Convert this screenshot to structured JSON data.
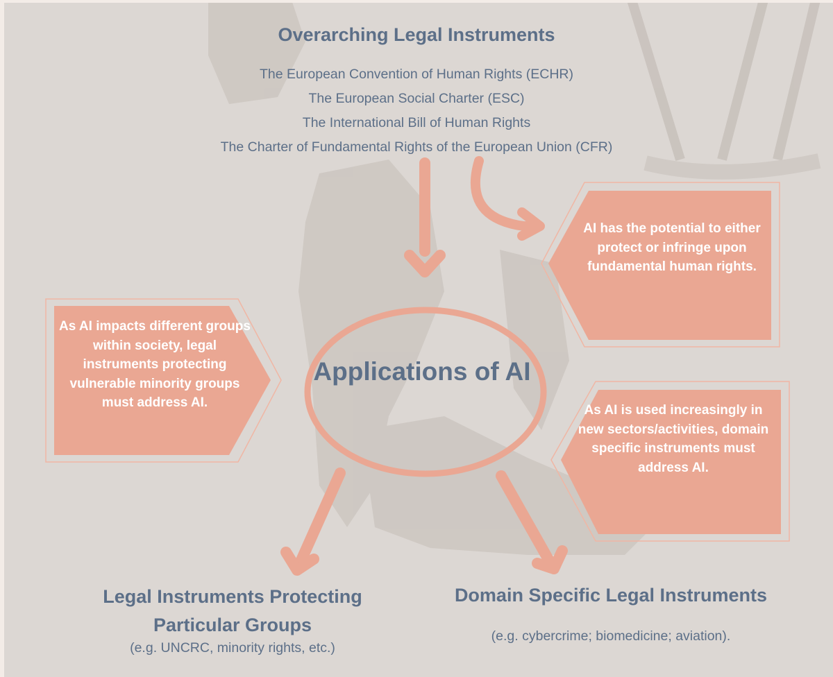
{
  "diagram": {
    "top": {
      "heading": "Overarching Legal Instruments",
      "items": [
        "The European Convention of Human Rights (ECHR)",
        "The European Social Charter (ESC)",
        "The International Bill of Human Rights",
        "The Charter of Fundamental Rights of the European Union (CFR)"
      ]
    },
    "center": {
      "label": "Applications of AI"
    },
    "callouts": {
      "left": "As AI impacts different groups within society, legal instruments protecting vulnerable minority groups must address AI.",
      "right_top": "AI has the potential to either protect or infringe  upon fundamental human rights.",
      "right_bottom": "As AI is used increasingly in new sectors/activities, domain specific instruments must address AI."
    },
    "bottom_left": {
      "heading": "Legal Instruments Protecting Particular Groups",
      "sub": "(e.g. UNCRC, minority rights, etc.)"
    },
    "bottom_right": {
      "heading": "Domain Specific Legal Instruments",
      "sub": "(e.g. cybercrime; biomedicine; aviation)."
    },
    "colors": {
      "accent": "#eaa793",
      "accent_outline": "#f0b6a4",
      "text": "#5c6f88",
      "background": "#dcd7d3",
      "frame": "#f3ece7"
    }
  }
}
